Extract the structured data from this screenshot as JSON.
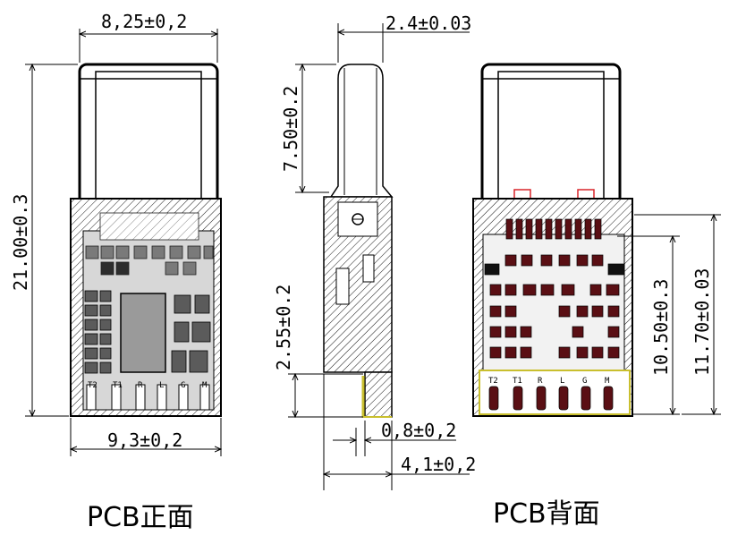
{
  "dimensions": {
    "front_width_top": "8,25±0,2",
    "front_height": "21.00±0.3",
    "front_width_bottom": "9,3±0,2",
    "side_thickness": "2.4±0.03",
    "side_plug_length": "7.50±0.2",
    "side_pcb_step": "2.55±0.2",
    "side_pcb_thickness": "0,8±0,2",
    "side_total_thickness": "4,1±0,2",
    "back_pad_height": "10.50±0.3",
    "back_body_height": "11.70±0.03"
  },
  "captions": {
    "front": "PCB正面",
    "back": "PCB背面"
  },
  "pin_labels": {
    "front": [
      "T2",
      "T1",
      "R",
      "L",
      "G",
      "M"
    ],
    "back": [
      "T2",
      "T1",
      "R",
      "L",
      "G",
      "M"
    ]
  },
  "colors": {
    "line": "#000000",
    "pad_dark": "#5a0f14",
    "pad_back_edge": "#c9bf2e",
    "marker_red": "#d8252a",
    "front_gray": "#7a7a7a"
  }
}
